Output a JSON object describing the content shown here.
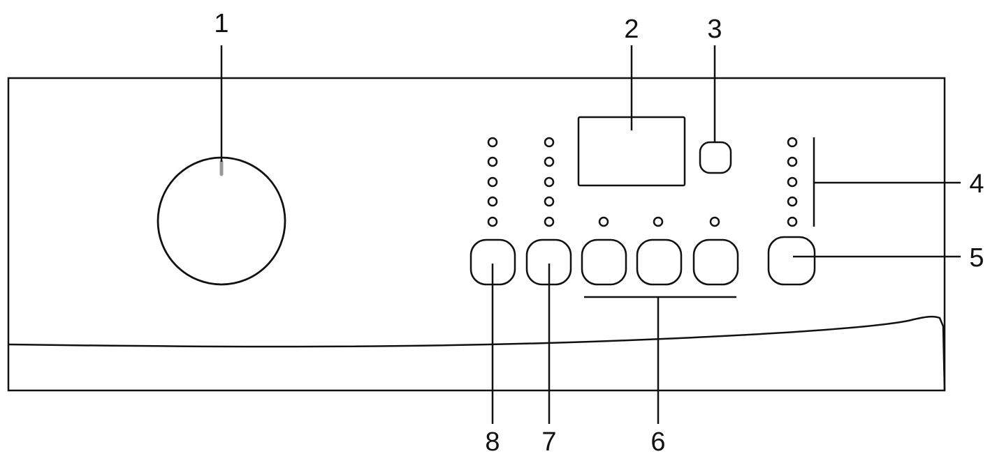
{
  "callouts": [
    {
      "id": "1",
      "label": "1"
    },
    {
      "id": "2",
      "label": "2"
    },
    {
      "id": "3",
      "label": "3"
    },
    {
      "id": "4",
      "label": "4"
    },
    {
      "id": "5",
      "label": "5"
    },
    {
      "id": "6",
      "label": "6"
    },
    {
      "id": "7",
      "label": "7"
    },
    {
      "id": "8",
      "label": "8"
    }
  ],
  "colors": {
    "line": "#111111",
    "background": "#ffffff",
    "knob_marker": "#999999"
  }
}
